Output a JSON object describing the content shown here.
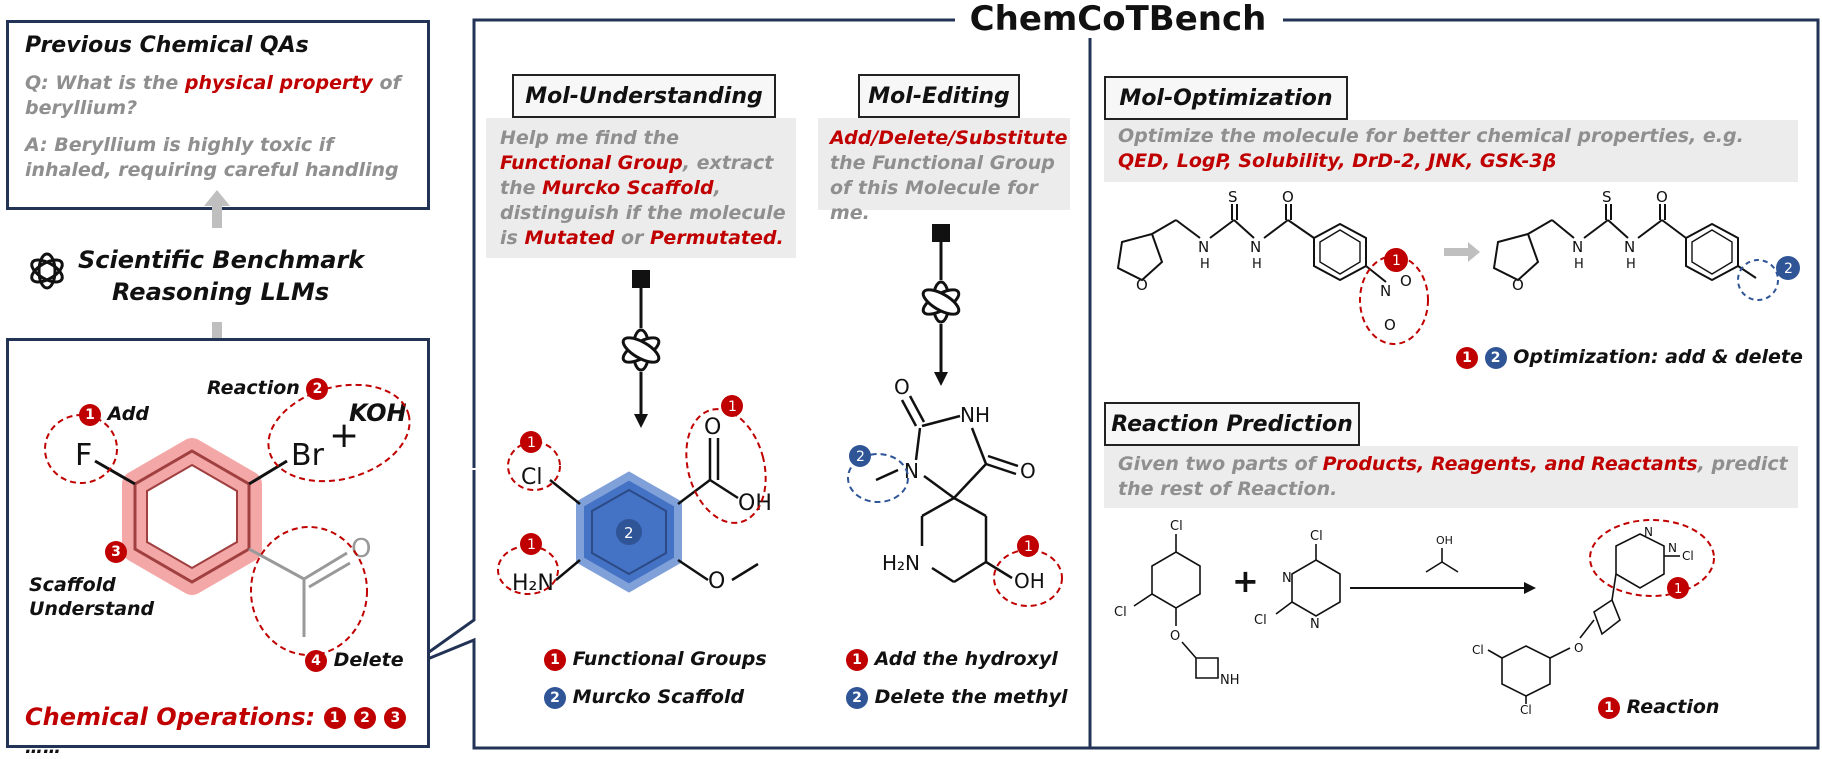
{
  "main_title": "ChemCoTBench",
  "qa": {
    "heading": "Previous Chemical QAs",
    "q_prefix": "Q: What is the ",
    "q_highlight": "physical property",
    "q_suffix": " of beryllium?",
    "a_text": "A: Beryllium is highly toxic if inhaled, requiring careful handling"
  },
  "llm": {
    "line1": "Scientific Benchmark",
    "line2": "Reasoning LLMs",
    "icon": "openai-logo-icon"
  },
  "operations": {
    "add_label": "Add",
    "reaction_label": "Reaction",
    "koh_label": "KOH",
    "scaffold_label_1": "Scaffold",
    "scaffold_label_2": "Understand",
    "delete_label": "Delete",
    "footer_label": "Chemical Operations:",
    "footer_badges": [
      "1",
      "2",
      "3"
    ],
    "footer_ellipsis": "……",
    "atom_F": "F",
    "atom_Br": "Br",
    "atom_O": "O",
    "plus": "+"
  },
  "mol_understanding": {
    "title": "Mol-Understanding",
    "desc": [
      {
        "t": "Help me find the ",
        "h": false
      },
      {
        "t": "Functional Group",
        "h": true
      },
      {
        "t": ", extract the ",
        "h": false
      },
      {
        "t": "Murcko Scaffold",
        "h": true
      },
      {
        "t": ", distinguish if the molecule is ",
        "h": false
      },
      {
        "t": "Mutated",
        "h": true
      },
      {
        "t": " or ",
        "h": false
      },
      {
        "t": "Permutated.",
        "h": true
      }
    ],
    "atoms": {
      "Cl": "Cl",
      "H2N": "H₂N",
      "O": "O",
      "OH": "OH"
    },
    "legend": [
      {
        "badge": "1",
        "color": "red",
        "text": "Functional Groups"
      },
      {
        "badge": "2",
        "color": "blue",
        "text": "Murcko Scaffold"
      }
    ]
  },
  "mol_editing": {
    "title": "Mol-Editing",
    "desc_highlight": "Add/Delete/Substitute",
    "desc_rest": " the Functional Group of this Molecule for me.",
    "atoms": {
      "O1": "O",
      "NH": "NH",
      "N": "N",
      "O2": "O",
      "H2N": "H₂N",
      "OH": "OH"
    },
    "legend": [
      {
        "badge": "1",
        "color": "red",
        "text": "Add the hydroxyl"
      },
      {
        "badge": "2",
        "color": "blue",
        "text": "Delete the methyl"
      }
    ]
  },
  "mol_optimization": {
    "title": "Mol-Optimization",
    "desc_plain": "Optimize the molecule for better chemical properties, e.g. ",
    "desc_highlight": "QED, LogP, Solubility, DrD-2, JNK, GSK-3β",
    "atoms": {
      "S": "S",
      "O": "O",
      "N": "N",
      "H": "H",
      "Ofuran": "O",
      "Nnitro": "N",
      "Onitro1": "O",
      "Onitro2": "O"
    },
    "legend_text": "Optimization: add & delete",
    "legend_badges": [
      "1",
      "2"
    ]
  },
  "reaction_prediction": {
    "title": "Reaction Prediction",
    "desc_plain_1": "Given two parts of ",
    "desc_highlight": "Products, Reagents, and Reactants",
    "desc_plain_2": ", predict the rest of Reaction.",
    "atoms": {
      "Cl": "Cl",
      "O": "O",
      "NH": "NH",
      "N": "N",
      "OH": "OH"
    },
    "plus": "+",
    "legend_text": "Reaction",
    "legend_badge": "1"
  },
  "colors": {
    "red": "#c00000",
    "blue": "#2f5597",
    "border": "#223355",
    "gray_text": "#8f8f8f",
    "highlight_ring": "#f4a7a7",
    "scaffold_fill": "#4472c4"
  }
}
